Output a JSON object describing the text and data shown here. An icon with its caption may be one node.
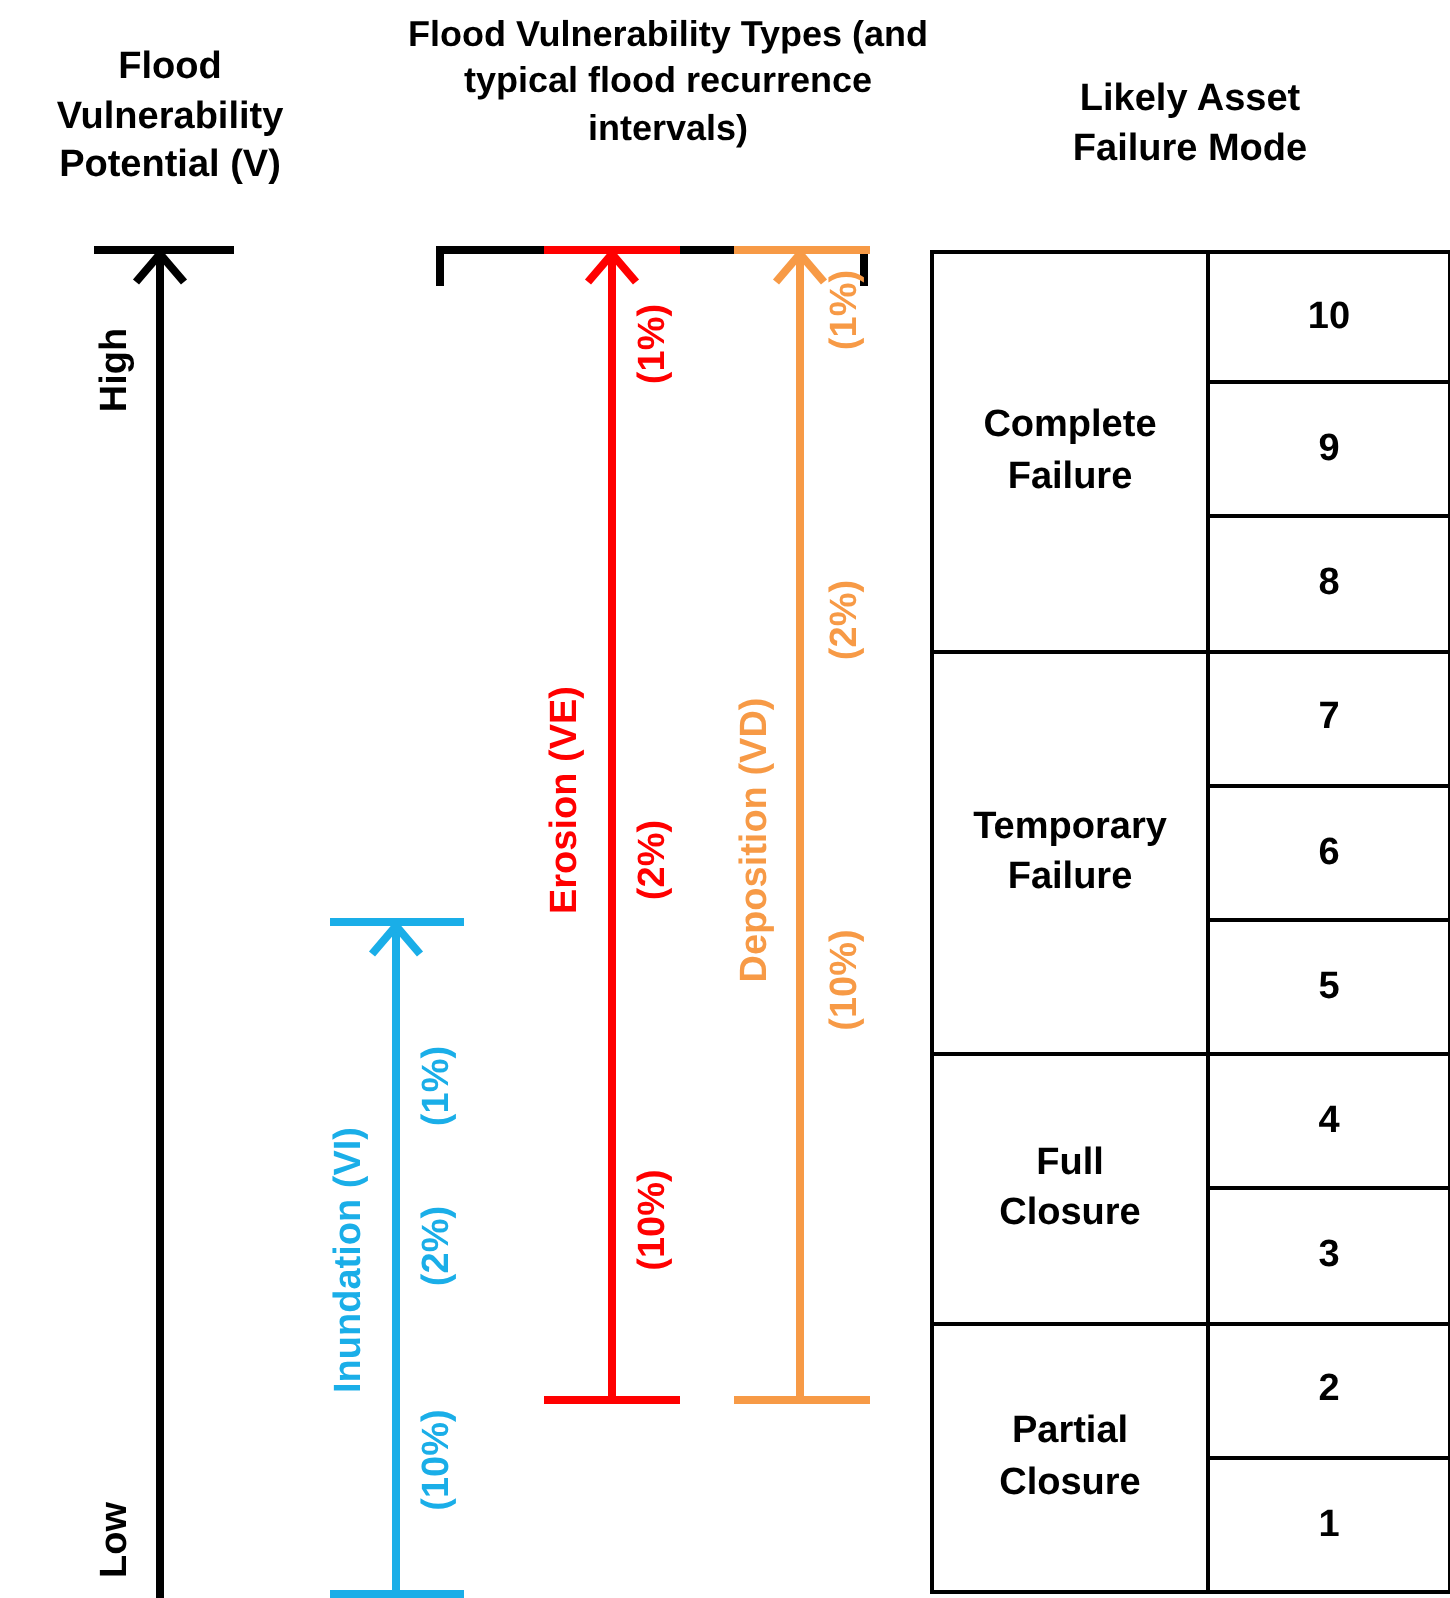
{
  "diagram": {
    "nodes": [
      {
        "text": [
          "Complete Failure"
        ]
      },
      {
        "text": [
          "10"
        ]
      },
      {
        "text": [
          "9"
        ]
      },
      {
        "text": [
          "8"
        ]
      },
      {
        "text": [
          "Temporary Failure"
        ]
      },
      {
        "text": [
          "7"
        ]
      },
      {
        "text": [
          "6"
        ]
      },
      {
        "text": [
          "5"
        ]
      },
      {
        "text": [
          "Full Closure"
        ]
      },
      {
        "text": [
          "4"
        ]
      },
      {
        "text": [
          "3"
        ]
      },
      {
        "text": [
          "Partial Closure"
        ]
      },
      {
        "text": [
          "2"
        ]
      },
      {
        "text": [
          "1"
        ]
      }
    ],
    "labels": [
      "Flood Vulnerability Potential (V)",
      "Flood Vulnerability Types (and typical flood recurrence intervals)",
      "Likely Asset Failure Mode",
      "High",
      "Low",
      "Inundation (VI)",
      "(1%)",
      "(2%)",
      "(10%)",
      "Erosion (VE)",
      "(1%)",
      "(2%)",
      "(10%)",
      "Deposition (VD)",
      "(1%)",
      "(2%)",
      "(10%)"
    ]
  }
}
